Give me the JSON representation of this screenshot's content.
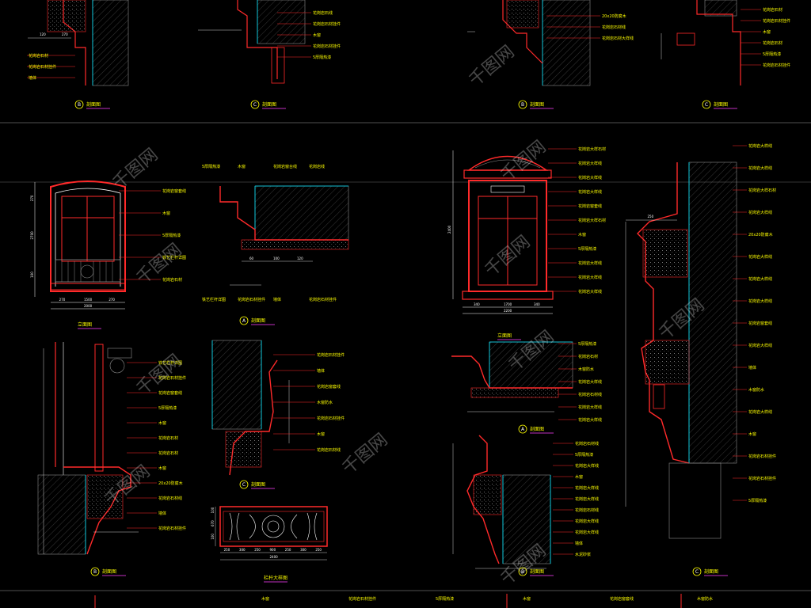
{
  "drawing": {
    "background": "#000000",
    "colors": {
      "yellow": "#ffff00",
      "red": "#ff2a2a",
      "cyan": "#00e5ff",
      "white": "#ffffff",
      "grey": "#8a8a8a",
      "magenta": "#ff40ff"
    }
  },
  "views": [
    {
      "marker": "B",
      "title": "剖面图"
    },
    {
      "marker": "C",
      "title": "剖面图"
    },
    {
      "marker": "B",
      "title": "剖面图"
    },
    {
      "marker": "C",
      "title": "剖面图"
    },
    {
      "marker": "",
      "title": "立面图"
    },
    {
      "marker": "A",
      "title": "剖面图"
    },
    {
      "marker": "",
      "title": "立面图"
    },
    {
      "marker": "B",
      "title": "剖面图"
    },
    {
      "marker": "C",
      "title": "剖面图"
    },
    {
      "marker": "",
      "title": "栏杆大样图"
    },
    {
      "marker": "A",
      "title": "剖面图"
    },
    {
      "marker": "B",
      "title": "剖面图"
    },
    {
      "marker": "C",
      "title": "剖面图"
    }
  ],
  "labels": {
    "top_left": [
      "花岗岩石材",
      "花岗岩石材挂件",
      "墙体"
    ],
    "top_c": [
      "花岗岩石线",
      "花岗岩石材挂件",
      "木窗",
      "花岗岩石材挂件",
      "5厚隔热漆"
    ],
    "top_mid": [
      "20x20防腐木",
      "花岗岩石材线",
      "花岗岩石材大样线"
    ],
    "top_right": [
      "花岗岩石材",
      "花岗岩石材挂件",
      "木窗",
      "花岗岩石材",
      "5厚隔热漆",
      "花岗岩石材挂件"
    ],
    "left_elev": [
      "花岗岩窗套线",
      "木窗",
      "5厚隔热漆",
      "铁艺栏杆详图",
      "花岗岩石材"
    ],
    "left_sec_a": [
      "5厚隔热漆",
      "木窗",
      "花岗岩窗台线",
      "花岗岩线",
      "铁艺栏杆详图",
      "花岗岩石材挂件",
      "墙体",
      "花岗岩石材挂件"
    ],
    "left_sec_b": [
      "铁艺栏杆详图",
      "花岗岩石材挂件",
      "花岗岩窗套线",
      "5厚隔热漆",
      "木窗",
      "花岗岩石材",
      "花岗岩石材",
      "木窗",
      "20x20防腐木",
      "花岗岩石材线",
      "墙体",
      "花岗岩石材挂件"
    ],
    "left_sec_c": [
      "花岗岩石材挂件",
      "墙体",
      "花岗岩窗套线",
      "木窗防水",
      "花岗岩石材挂件",
      "木窗",
      "花岗岩石材线"
    ],
    "mid_elev": [
      "花岗岩大样石材",
      "花岗岩大样线",
      "花岗岩大样线",
      "花岗岩大样线",
      "花岗岩窗套线",
      "花岗岩大样石材",
      "木窗",
      "5厚隔热漆",
      "花岗岩大样线",
      "花岗岩大样线",
      "花岗岩大样线"
    ],
    "mid_sec_a": [
      "5厚隔热漆",
      "花岗岩石材",
      "木窗防水",
      "花岗岩大样线",
      "花岗岩石材线",
      "花岗岩大样线",
      "花岗岩大样线"
    ],
    "mid_sec_b": [
      "花岗岩石材线",
      "5厚隔热漆",
      "花岗岩大样线",
      "木窗",
      "花岗岩大样线",
      "花岗岩大样线",
      "花岗岩石材线",
      "花岗岩大样线",
      "花岗岩大样线",
      "墙体",
      "水泥砂浆"
    ],
    "right_sec_c": [
      "花岗岩大样线",
      "花岗岩大样线",
      "花岗岩大样石材",
      "花岗岩大样线",
      "20x20防腐木",
      "花岗岩大样线",
      "花岗岩大样线",
      "花岗岩大样线",
      "花岗岩窗套线",
      "花岗岩大样线",
      "墙体",
      "木窗防水",
      "花岗岩大样线",
      "木窗",
      "花岗岩石材挂件",
      "花岗岩石材挂件",
      "5厚隔热漆"
    ],
    "bottom_strip": [
      "木窗",
      "花岗岩石材挂件",
      "5厚隔热漆",
      "木窗",
      "花岗岩窗套线",
      "木窗防水"
    ]
  },
  "dimensions": {
    "left_elev_width": [
      "270",
      "1500",
      "270"
    ],
    "left_elev_total": "2000",
    "left_elev_heights": [
      "270",
      "2700",
      "100"
    ],
    "mid_elev_width": [
      "340",
      "1700",
      "340"
    ],
    "mid_elev_total": "2200",
    "mid_elev_heights": [
      "2400"
    ],
    "railing_dims": [
      "250",
      "300",
      "250",
      "900",
      "250",
      "300",
      "250"
    ],
    "railing_total": "2400",
    "railing_heights": [
      "100",
      "670",
      "100"
    ],
    "sec_a_dims": [
      "60",
      "100",
      "120"
    ],
    "right_sec_dims": [
      "250"
    ]
  },
  "watermark": "千图网"
}
